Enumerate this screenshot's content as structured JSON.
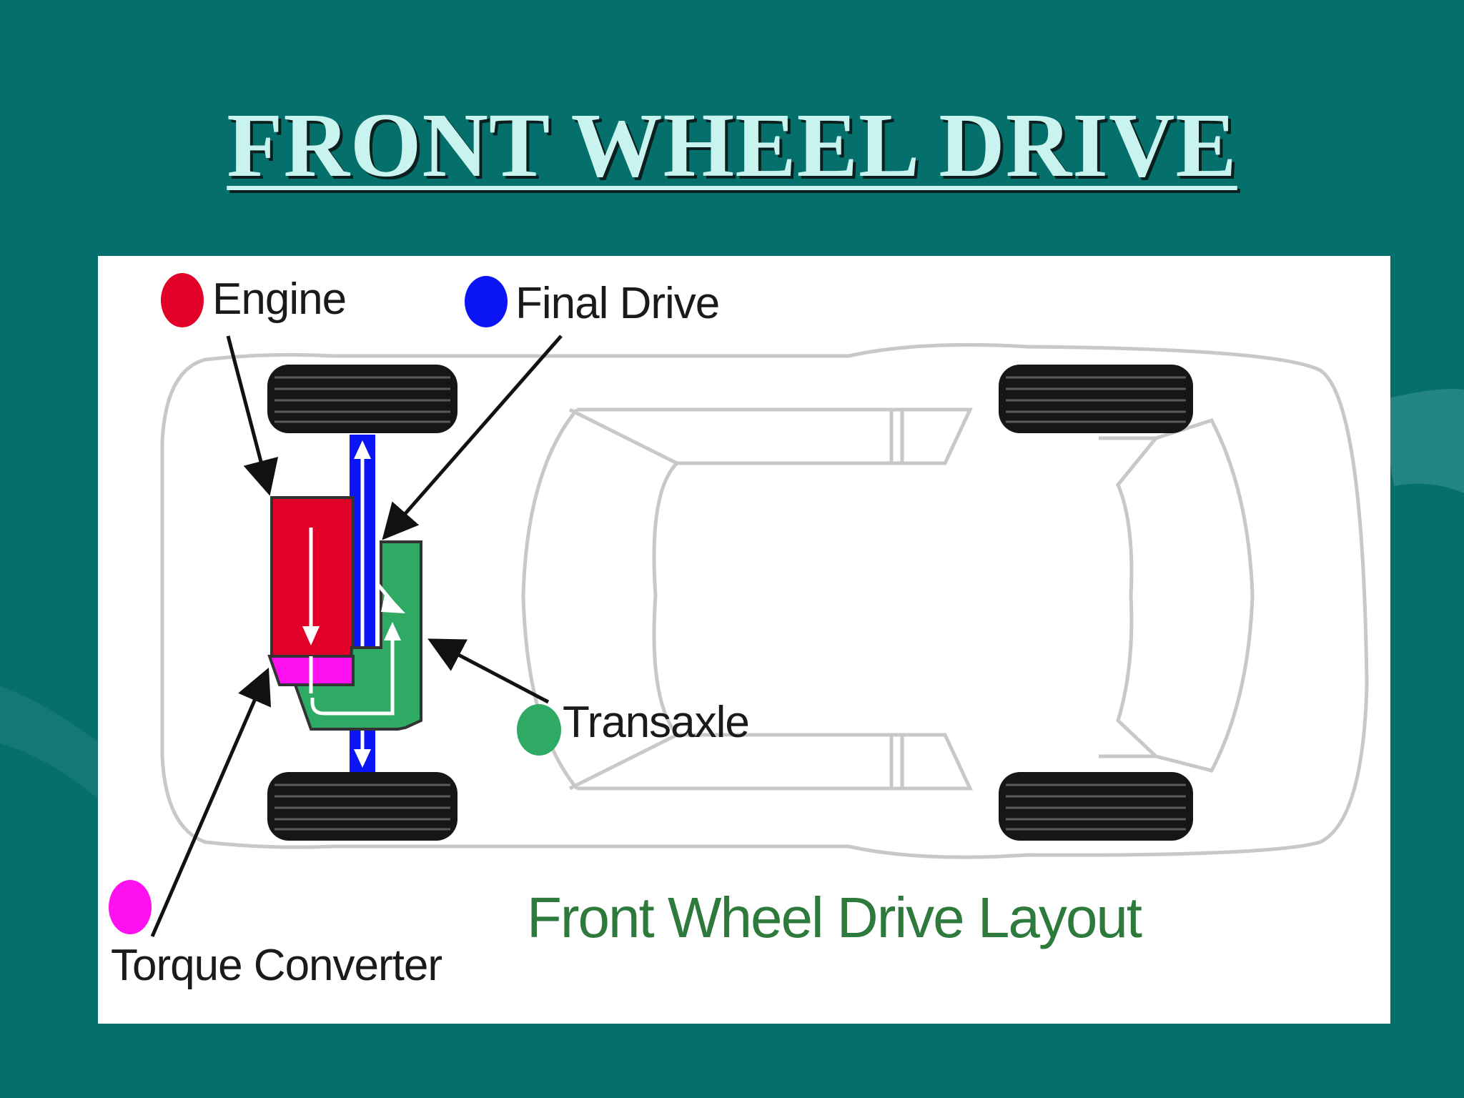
{
  "slide": {
    "title": "FRONT WHEEL DRIVE"
  },
  "diagram": {
    "labels": {
      "engine": "Engine",
      "final_drive": "Final Drive",
      "transaxle": "Transaxle",
      "torque_converter": "Torque Converter"
    },
    "caption": "Front Wheel Drive Layout",
    "colors": {
      "engine": "#e00028",
      "final_drive": "#0a14f5",
      "transaxle": "#2eaa64",
      "torque_converter": "#ff10f0",
      "background": "#046f6b",
      "title": "#c9f3ef",
      "caption": "#2e7a3c"
    }
  }
}
